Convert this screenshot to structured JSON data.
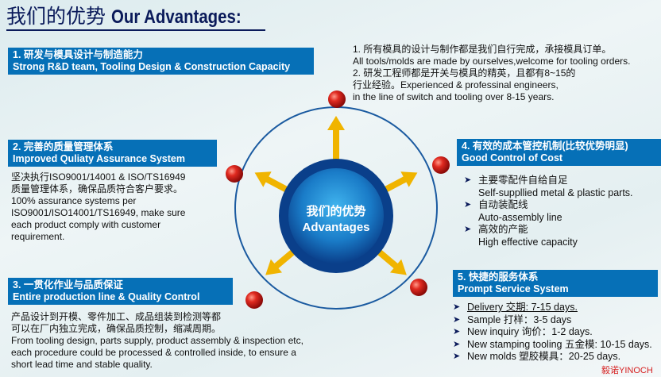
{
  "title": {
    "cn": "我们的优势",
    "en": "Our Advantages:"
  },
  "center": {
    "cn": "我们的优势",
    "en": "Advantages"
  },
  "sections": [
    {
      "heading_cn": "1. 研发与模具设计与制造能力",
      "heading_en": "Strong R&D team, Tooling Design & Construction Capacity",
      "lines": [
        "1. 所有模具的设计与制作都是我们自行完成，承接模具订单。",
        "All tools/molds are made by ourselves,welcome for tooling orders.",
        "2. 研发工程师都是开关与模具的精英，且都有8~15的",
        "行业经验。Experienced & professinal engineers,",
        "in the line of switch and tooling over 8-15 years."
      ]
    },
    {
      "heading_cn": "2. 完善的质量管理体系",
      "heading_en": "Improved Quliaty Assurance System",
      "lines": [
        "坚决执行ISO9001/14001 & ISO/TS16949",
        "质量管理体系，确保品质符合客户要求。",
        "100% assurance systems per",
        "ISO9001/ISO14001/TS16949, make sure",
        "each product comply with customer",
        "requirement."
      ]
    },
    {
      "heading_cn": "3. 一贯化作业与品质保证",
      "heading_en": "Entire production line & Quality Control",
      "lines": [
        "产品设计到开模、零件加工、成品组装到检测等都",
        "可以在厂内独立完成，确保品质控制，缩减周期。",
        "From tooling design, parts supply, product assembly & inspection etc,",
        "each procedure could be processed & controlled inside, to ensure a",
        "short lead time and stable quality."
      ]
    },
    {
      "heading_cn": "4. 有效的成本管控机制(比较优势明显)",
      "heading_en": "Good Control of Cost",
      "items": [
        {
          "cn": "主要零配件自给自足",
          "en": "Self-suppllied metal & plastic parts."
        },
        {
          "cn": "自动装配线",
          "en": "Auto-assembly line"
        },
        {
          "cn": "高效的产能",
          "en": "High effective capacity"
        }
      ]
    },
    {
      "heading_cn": "5. 快捷的服务体系",
      "heading_en": "Prompt Service System",
      "items": [
        "Delivery 交期: 7-15 days.",
        "Sample 打样：3-5 days",
        "New inquiry 询价：1-2 days.",
        "New stamping tooling 五金模: 10-15 days.",
        "New molds 塑胶模具：20-25 days."
      ]
    }
  ],
  "brand": "毅诺YINOCH",
  "colors": {
    "header": "#0670b7",
    "title": "#0a1a5a",
    "ball": "#d42020",
    "arrow": "#f0b400"
  }
}
